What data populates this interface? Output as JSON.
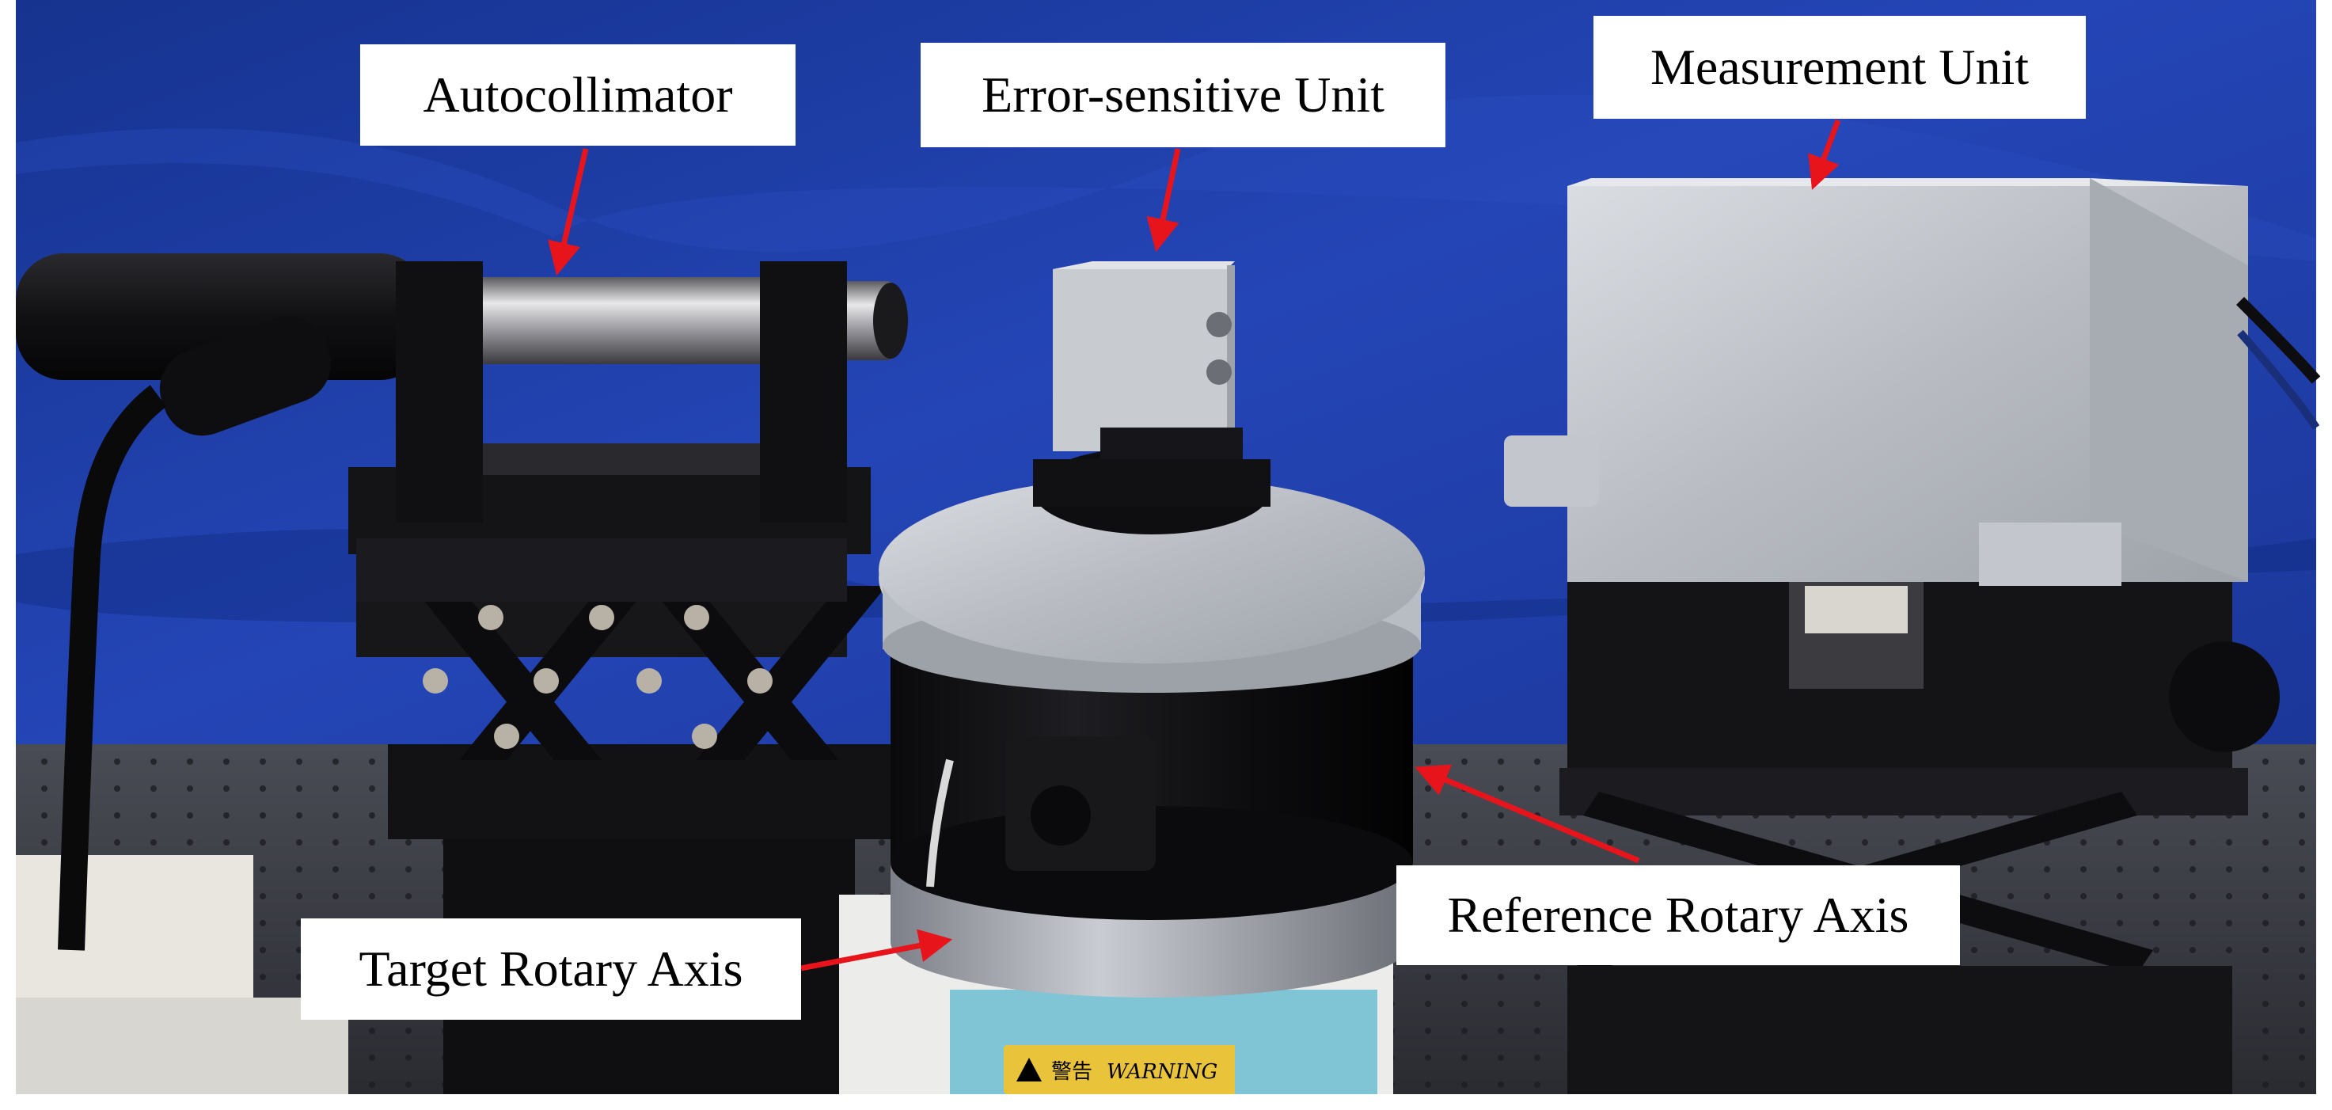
{
  "labels": {
    "autocollimator": "Autocollimator",
    "error_sensitive_unit": "Error-sensitive Unit",
    "measurement_unit": "Measurement Unit",
    "reference_rotary_axis": "Reference Rotary Axis",
    "target_rotary_axis": "Target Rotary Axis"
  },
  "warning_label": {
    "chinese": "警告",
    "english": "WARNING"
  },
  "colors": {
    "backdrop": "#1f3fae",
    "arrow": "#e8141c",
    "label_bg": "#ffffff",
    "label_text": "#000000"
  }
}
